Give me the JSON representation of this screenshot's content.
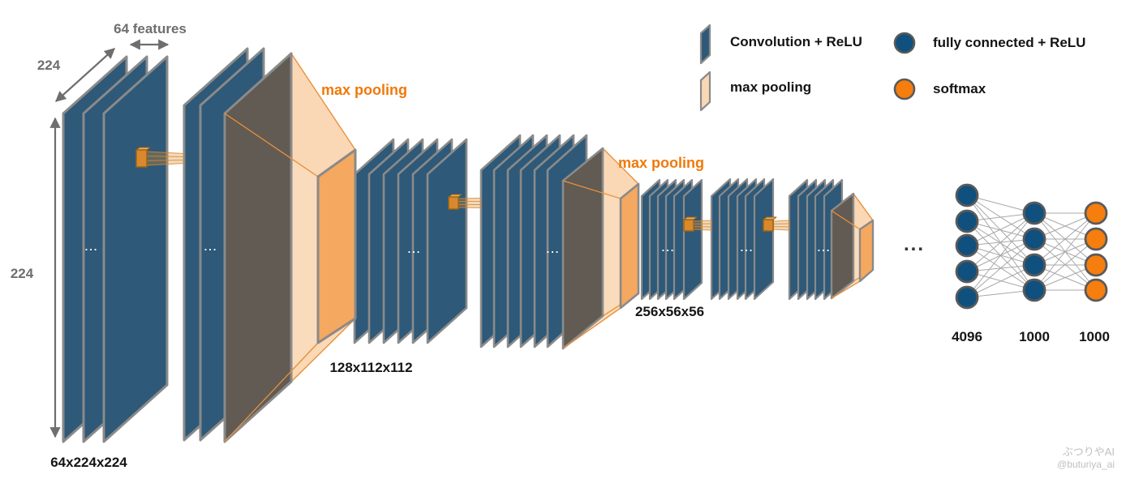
{
  "dim_labels": {
    "features": "64 features",
    "width": "224",
    "height": "224"
  },
  "size_labels": {
    "block1": "64x224x224",
    "block3": "128x112x112",
    "block5": "256x56x56"
  },
  "pool_labels": {
    "pool1": "max pooling",
    "pool2": "max pooling"
  },
  "fc_labels": {
    "fc1": "4096",
    "fc2": "1000",
    "output": "1000"
  },
  "ellipsis": "...",
  "legend": {
    "conv": "Convolution + ReLU",
    "pool": "max pooling",
    "fc": "fully connected + ReLU",
    "softmax": "softmax"
  },
  "watermark": {
    "name": "ぶつりやAI",
    "handle": "@buturiya_ai"
  },
  "colors": {
    "conv_blue": "#2E5978",
    "panel_stroke": "#8A8A8A",
    "dark_panel": "#615B53",
    "pool_light": "#FAD8B5",
    "pool_mid": "#F5A85F",
    "pool_stroke": "#E9913B",
    "kernel": "#D8892D",
    "kernel_edge": "#9C6314",
    "fc_blue": "#10507E",
    "softmax_orange": "#F57E0E",
    "node_stroke": "#5A5A5A",
    "line_gray": "#A8A8A8",
    "label_orange": "#F0790A",
    "dim_gray": "#6E6E6E"
  }
}
